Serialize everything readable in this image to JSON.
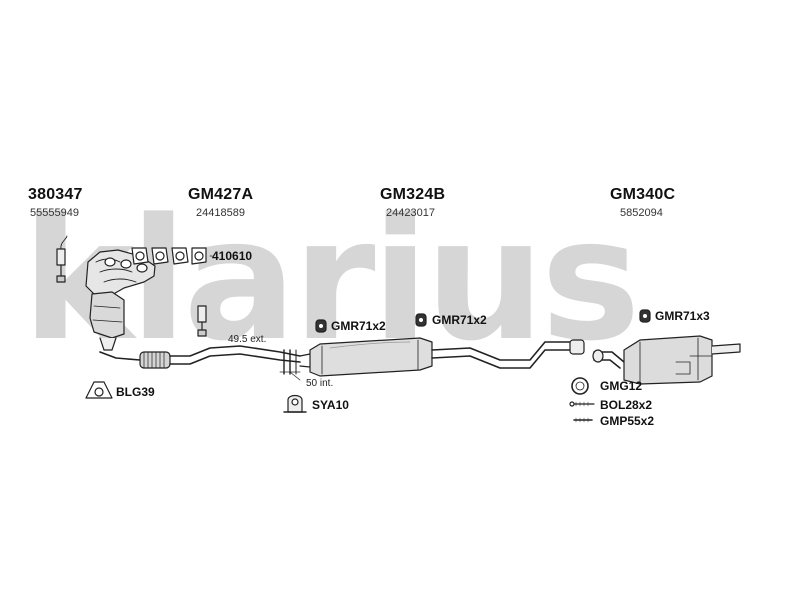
{
  "watermark": "klarius",
  "parts": [
    {
      "code": "380347",
      "number": "55555949"
    },
    {
      "code": "GM427A",
      "number": "24418589"
    },
    {
      "code": "GM324B",
      "number": "24423017"
    },
    {
      "code": "GM340C",
      "number": "5852094"
    }
  ],
  "callouts": {
    "gasket_set": "410610",
    "clamp_blg": "BLG39",
    "hanger_a": "GMR71x2",
    "hanger_b": "GMR71x2",
    "hanger_c": "GMR71x3",
    "bracket_sya": "SYA10",
    "ring_gmg": "GMG12",
    "bolt": "BOL28x2",
    "mount_gmp": "GMP55x2"
  },
  "notes": {
    "ext_length": "49.5 ext.",
    "int_length": "50 int."
  },
  "colors": {
    "line": "#222222",
    "part_fill": "#e8e8e8",
    "part_shade": "#bdbdbd",
    "watermark": "#d6d6d6"
  }
}
